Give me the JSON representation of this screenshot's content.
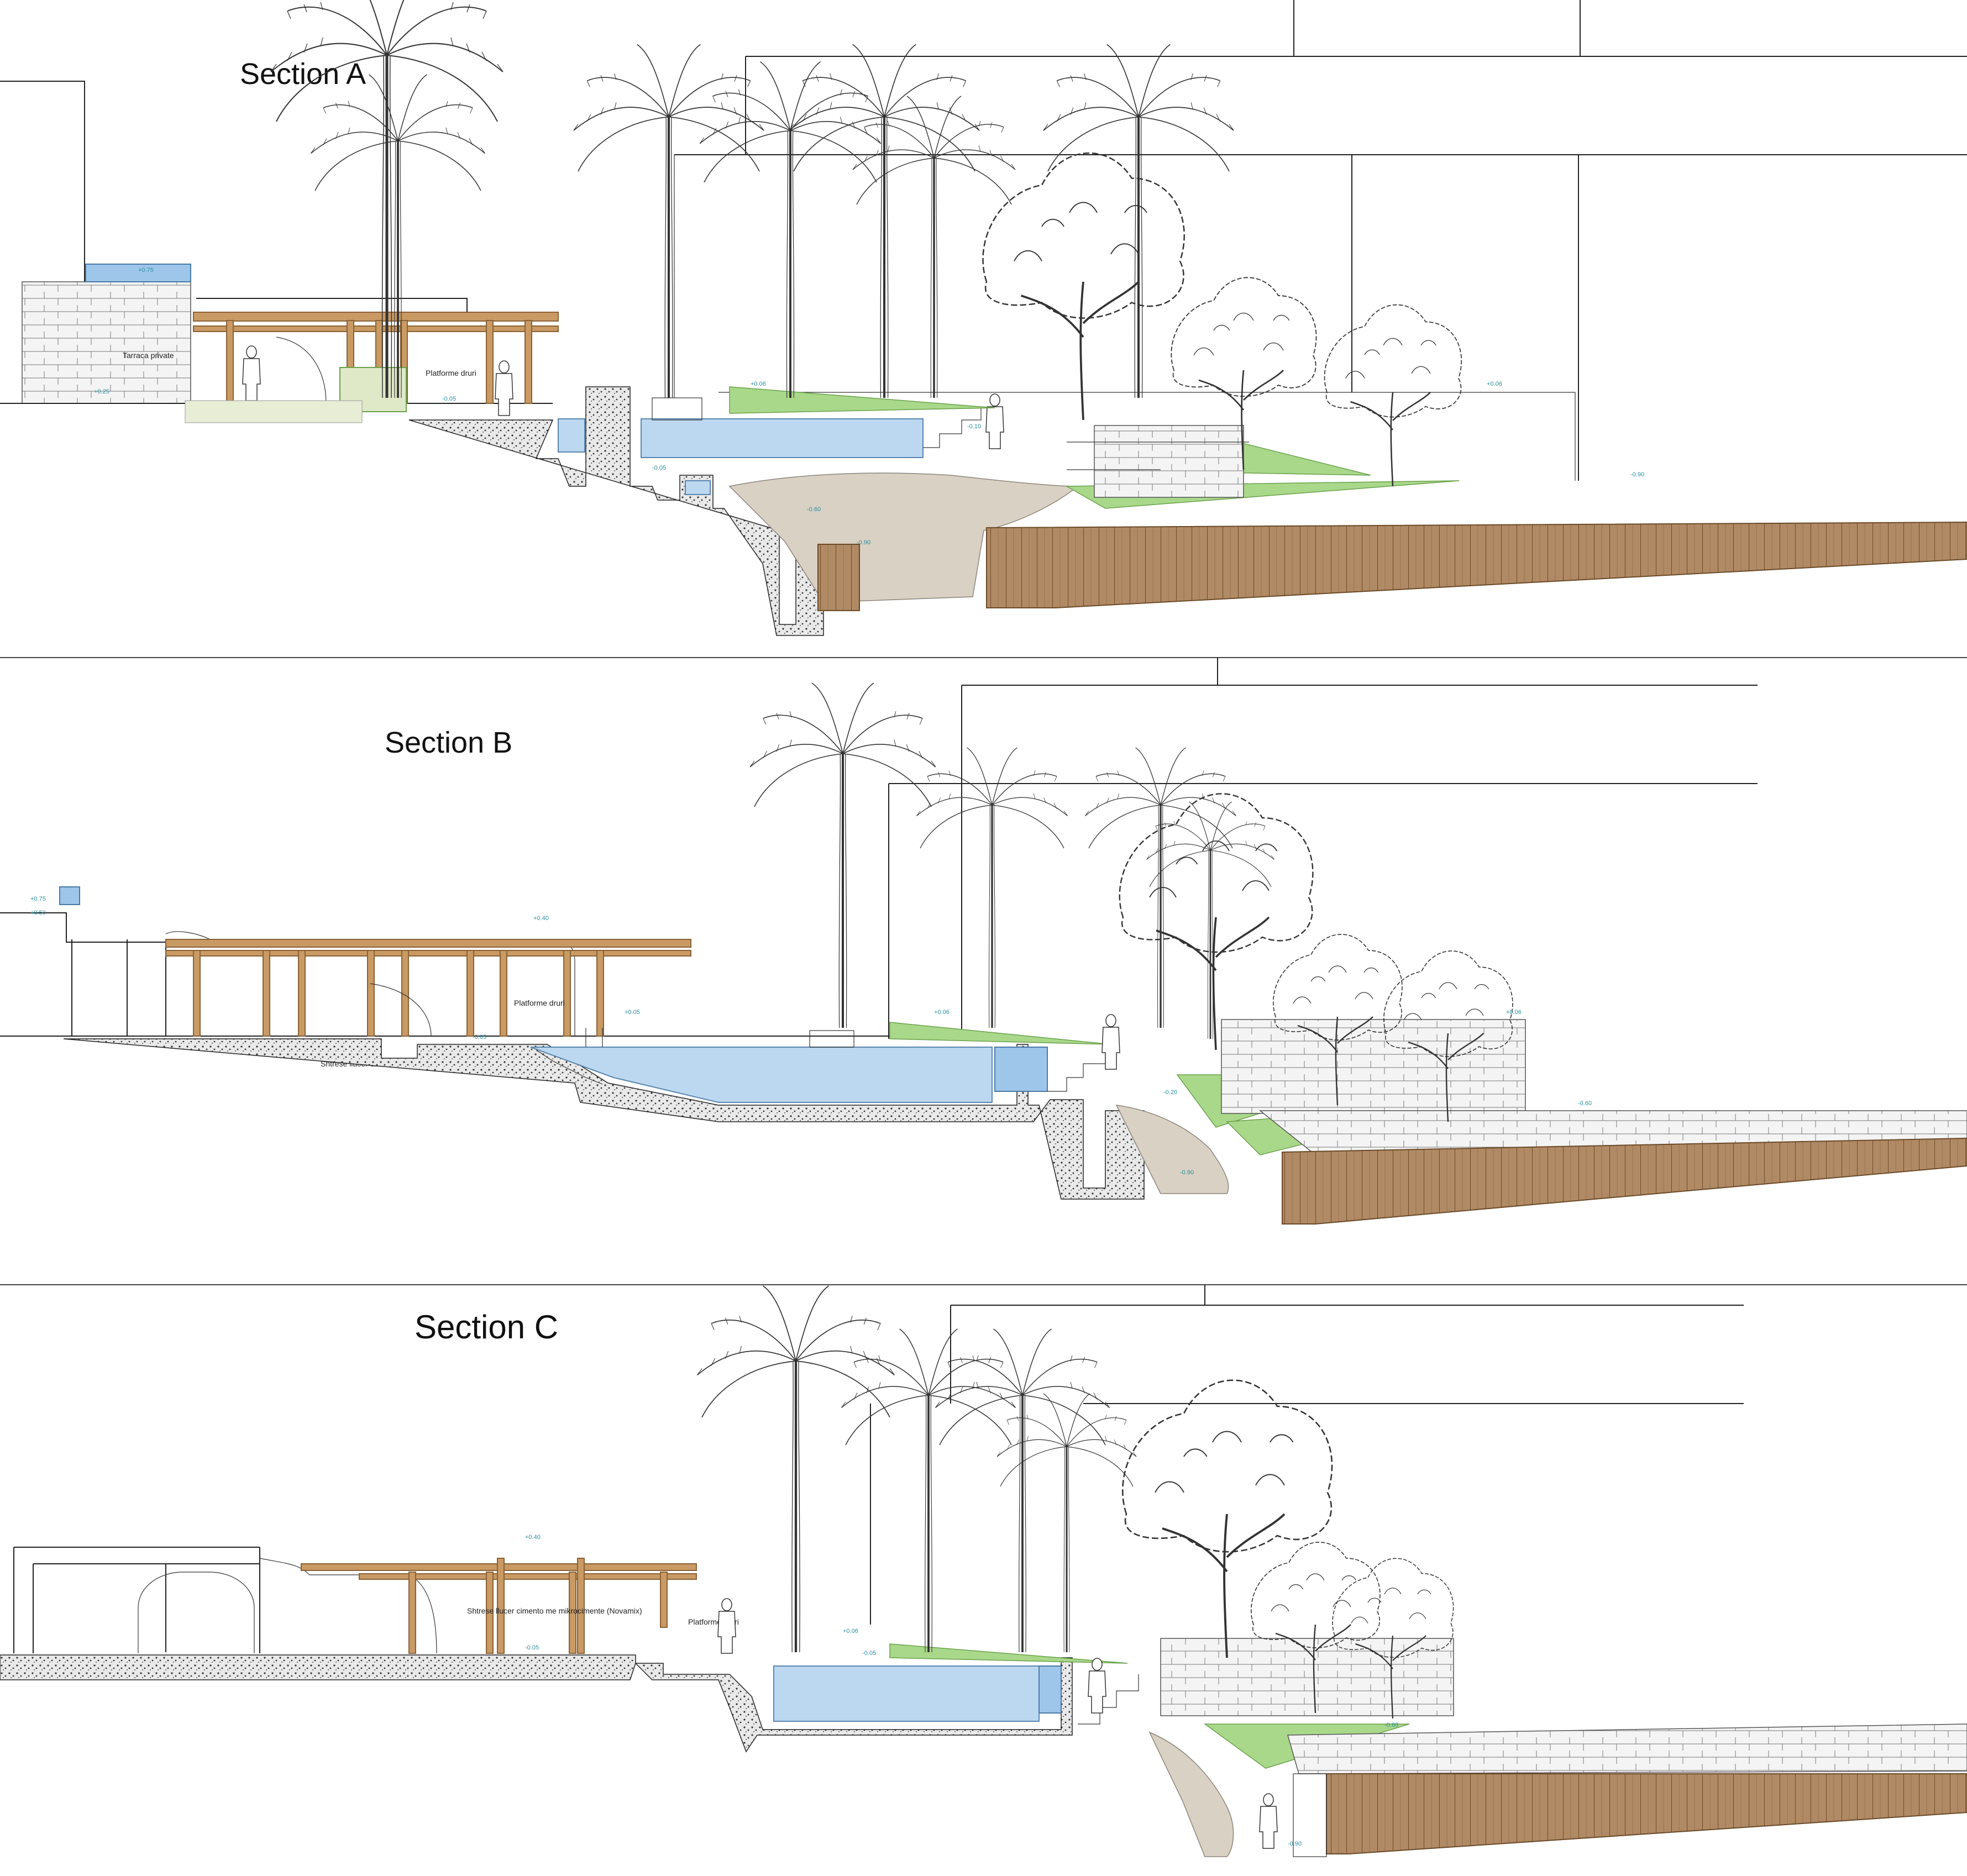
{
  "sections": [
    {
      "id": "A",
      "title": "Section A",
      "notes": [
        "Tarraca private",
        "Platforme druri"
      ],
      "levels": [
        "+0.75",
        "+0.25",
        "-0.05",
        "-0.05",
        "+0.06",
        "+0.06",
        "-0.10",
        "-0.60",
        "-0.90",
        "-0.90"
      ]
    },
    {
      "id": "B",
      "title": "Section B",
      "notes": [
        "Shtrese llucer cimento me mikrocimente (Novamix)",
        "Platforme druri"
      ],
      "levels": [
        "+0.75",
        "+0.50",
        "+0.40",
        "+0.05",
        "-0.05",
        "+0.06",
        "+0.06",
        "-0.20",
        "-0.90",
        "-0.60"
      ]
    },
    {
      "id": "C",
      "title": "Section C",
      "notes": [
        "Shtrese llucer cimento me mikrocimente (Novamix)",
        "Platforme druri"
      ],
      "levels": [
        "+0.40",
        "-0.05",
        "+0.06",
        "-0.05",
        "-0.60",
        "-0.90"
      ]
    }
  ],
  "colors": {
    "wood": "#c99a63",
    "water": "#bcd8f0",
    "grass": "#a9d88a",
    "rock": "#d9d1c3",
    "slat_wall": "#b08a64",
    "level_text": "#2a8fa0"
  }
}
